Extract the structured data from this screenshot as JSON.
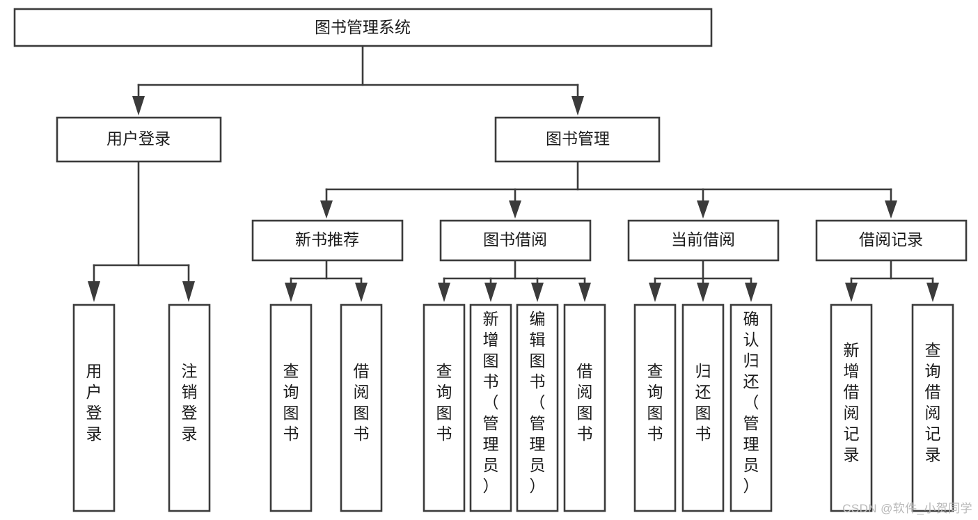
{
  "diagram": {
    "type": "tree-hierarchy",
    "title": "图书管理系统",
    "watermark": "CSDN @软件_小贺同学",
    "colors": {
      "stroke": "#3b3b3b",
      "fill": "#ffffff",
      "text": "#1b1b1b",
      "watermark": "#b9b9b9"
    },
    "levels": {
      "level1": [
        {
          "id": "root",
          "label": "图书管理系统",
          "orientation": "horizontal"
        }
      ],
      "level2": [
        {
          "id": "user-login",
          "label": "用户登录",
          "orientation": "horizontal"
        },
        {
          "id": "book-manage",
          "label": "图书管理",
          "orientation": "horizontal"
        }
      ],
      "level3": [
        {
          "id": "new-book-recommend",
          "label": "新书推荐",
          "orientation": "horizontal"
        },
        {
          "id": "book-borrow",
          "label": "图书借阅",
          "orientation": "horizontal"
        },
        {
          "id": "current-borrow",
          "label": "当前借阅",
          "orientation": "horizontal"
        },
        {
          "id": "borrow-record",
          "label": "借阅记录",
          "orientation": "horizontal"
        }
      ],
      "level4": [
        {
          "id": "leaf-user-login",
          "parent": "user-login",
          "label": "用户登录",
          "orientation": "vertical"
        },
        {
          "id": "leaf-logout",
          "parent": "user-login",
          "label": "注销登录",
          "orientation": "vertical"
        },
        {
          "id": "leaf-query-book-1",
          "parent": "new-book-recommend",
          "label": "查询图书",
          "orientation": "vertical"
        },
        {
          "id": "leaf-borrow-book-1",
          "parent": "new-book-recommend",
          "label": "借阅图书",
          "orientation": "vertical"
        },
        {
          "id": "leaf-query-book-2",
          "parent": "book-borrow",
          "label": "查询图书",
          "orientation": "vertical"
        },
        {
          "id": "leaf-add-book",
          "parent": "book-borrow",
          "label": "新增图书（管理员）",
          "orientation": "vertical"
        },
        {
          "id": "leaf-edit-book",
          "parent": "book-borrow",
          "label": "编辑图书（管理员）",
          "orientation": "vertical"
        },
        {
          "id": "leaf-borrow-book-2",
          "parent": "book-borrow",
          "label": "借阅图书",
          "orientation": "vertical"
        },
        {
          "id": "leaf-query-book-3",
          "parent": "current-borrow",
          "label": "查询图书",
          "orientation": "vertical"
        },
        {
          "id": "leaf-return-book",
          "parent": "current-borrow",
          "label": "归还图书",
          "orientation": "vertical"
        },
        {
          "id": "leaf-confirm-return",
          "parent": "current-borrow",
          "label": "确认归还（管理员）",
          "orientation": "vertical"
        },
        {
          "id": "leaf-add-record",
          "parent": "borrow-record",
          "label": "新增借阅记录",
          "orientation": "vertical"
        },
        {
          "id": "leaf-query-record",
          "parent": "borrow-record",
          "label": "查询借阅记录",
          "orientation": "vertical"
        }
      ]
    }
  }
}
